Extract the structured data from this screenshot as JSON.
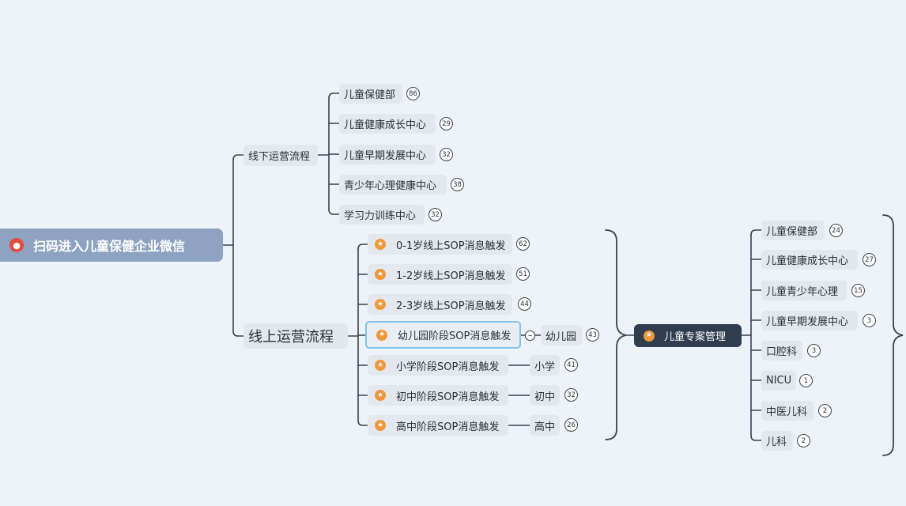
{
  "root": {
    "label": "扫码进入儿童保健企业微信",
    "icon": "user-badge-icon"
  },
  "offline": {
    "label": "线下运营流程",
    "items": [
      {
        "label": "儿童保健部",
        "count": "86"
      },
      {
        "label": "儿童健康成长中心",
        "count": "29"
      },
      {
        "label": "儿童早期发展中心",
        "count": "32"
      },
      {
        "label": "青少年心理健康中心",
        "count": "38"
      },
      {
        "label": "学习力训练中心",
        "count": "32"
      }
    ]
  },
  "online": {
    "label": "线上运营流程",
    "items": [
      {
        "label": "0-1岁线上SOP消息触发",
        "count": "62"
      },
      {
        "label": "1-2岁线上SOP消息触发",
        "count": "51"
      },
      {
        "label": "2-3岁线上SOP消息触发",
        "count": "44"
      },
      {
        "label": "幼儿园阶段SOP消息触发",
        "child": "幼儿园",
        "count": "43",
        "selected": true
      },
      {
        "label": "小学阶段SOP消息触发",
        "child": "小学",
        "count": "41"
      },
      {
        "label": "初中阶段SOP消息触发",
        "child": "初中",
        "count": "32"
      },
      {
        "label": "高中阶段SOP消息触发",
        "child": "高中",
        "count": "26"
      }
    ]
  },
  "case_mgmt": {
    "label": "儿童专案管理",
    "items": [
      {
        "label": "儿童保健部",
        "count": "24"
      },
      {
        "label": "儿童健康成长中心",
        "count": "27"
      },
      {
        "label": "儿童青少年心理",
        "count": "15"
      },
      {
        "label": "儿童早期发展中心",
        "count": "3"
      },
      {
        "label": "口腔科",
        "count": "3"
      },
      {
        "label": "NICU",
        "count": "1"
      },
      {
        "label": "中医儿科",
        "count": "2"
      },
      {
        "label": "儿科",
        "count": "2"
      }
    ]
  },
  "colors": {
    "line": "#3a4350",
    "accent_star": "#f0973a",
    "root_bg": "#8ea3c2",
    "dark_node": "#2f3d4f",
    "selection": "#83c3e7"
  }
}
